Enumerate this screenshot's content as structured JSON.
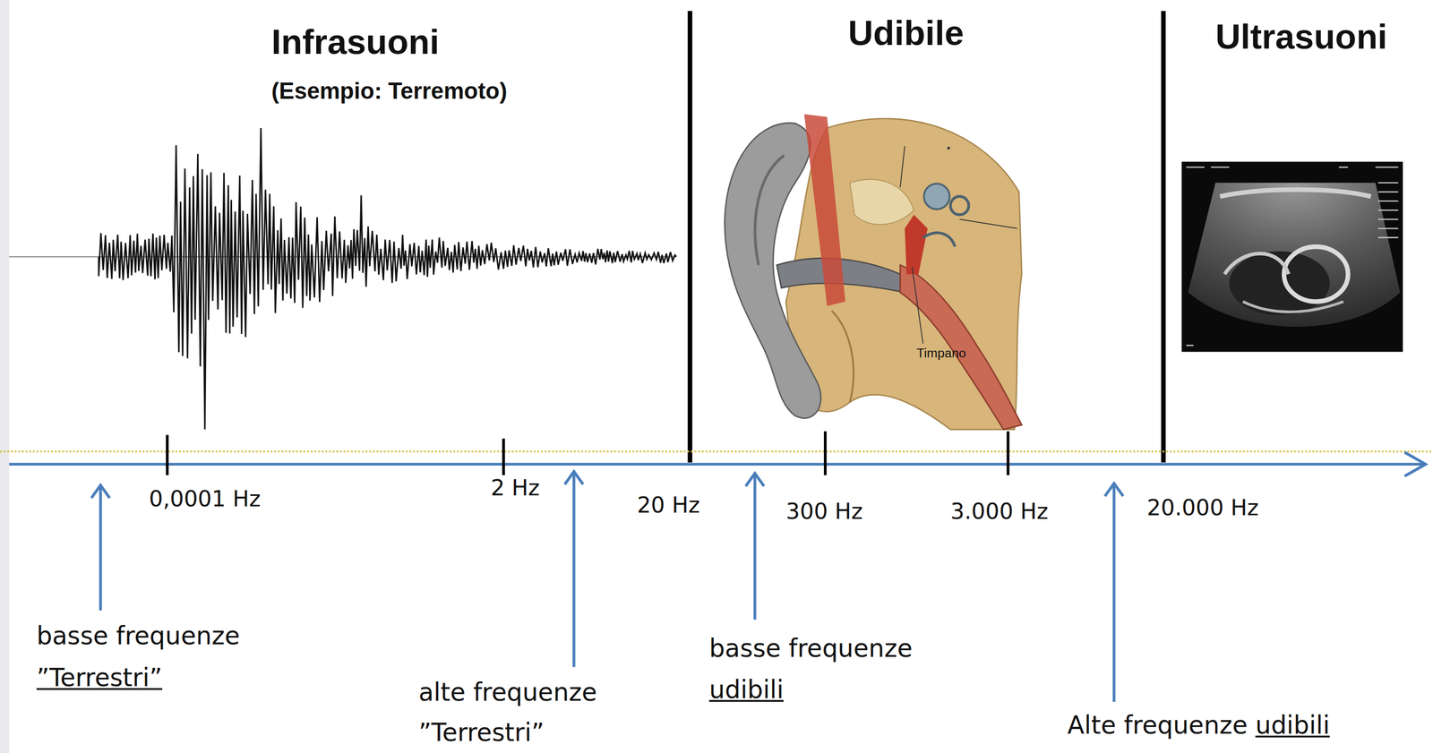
{
  "diagram": {
    "labels": [
      "Infrasuoni",
      "(Esempio: Terremoto)",
      "Udibile",
      "Ultrasuoni",
      "Timpano",
      "0,0001 Hz",
      "2 Hz",
      "20 Hz",
      "300 Hz",
      "3.000 Hz",
      "20.000 Hz",
      "basse frequenze",
      "”Terrestri”",
      "alte frequenze",
      "”Terrestri”",
      "basse frequenze",
      "udibili",
      "Alte frequenze",
      "udibili"
    ]
  }
}
